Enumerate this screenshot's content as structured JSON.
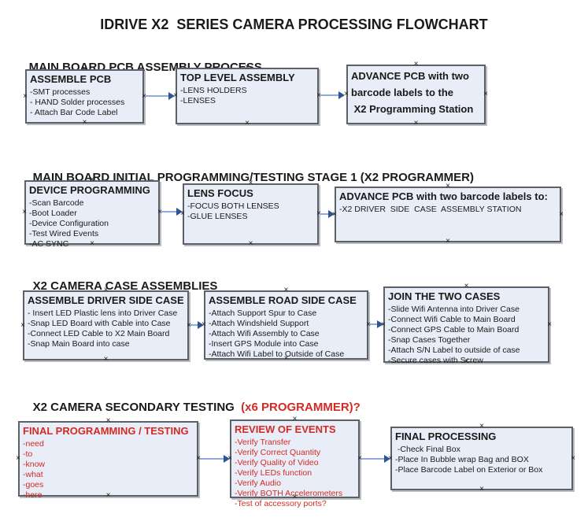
{
  "title": "IDRIVE X2  SERIES CAMERA PROCESSING FLOWCHART",
  "glyphs": {
    "handle": "×"
  },
  "colors": {
    "box_fill": "#e8edf7",
    "box_border": "#5b6167",
    "red": "#d22b25",
    "arrow_line": "#8faadc",
    "arrow_head": "#2f5496"
  },
  "sections": [
    {
      "heading": "MAIN BOARD PCB ASSEMBLY PROCESS",
      "heading_red": "",
      "boxes": [
        {
          "title": "ASSEMBLE PCB",
          "items": [
            "-SMT processes",
            "- HAND Solder processes",
            "- Attach Bar Code Label"
          ]
        },
        {
          "title": "TOP LEVEL ASSEMBLY",
          "items": [
            "-LENS HOLDERS",
            "-LENSES"
          ]
        },
        {
          "title_lines": [
            "ADVANCE PCB with two",
            "barcode labels to the",
            " X2 Programming Station"
          ],
          "items": []
        }
      ]
    },
    {
      "heading": "MAIN BOARD INITIAL PROGRAMMING/TESTING STAGE 1 (X2 PROGRAMMER)",
      "heading_red": "",
      "boxes": [
        {
          "title": "DEVICE PROGRAMMING",
          "items": [
            "-Scan Barcode",
            "-Boot Loader",
            "-Device Configuration",
            "-Test Wired Events",
            "-AC SYNC"
          ]
        },
        {
          "title": "LENS FOCUS",
          "items": [
            "-FOCUS BOTH LENSES",
            "-GLUE LENSES"
          ]
        },
        {
          "title": "ADVANCE PCB with two barcode labels to:",
          "items": [
            "-X2 DRIVER  SIDE  CASE  ASSEMBLY STATION"
          ]
        }
      ]
    },
    {
      "heading": "X2 CAMERA CASE ASSEMBLIES",
      "heading_red": "",
      "boxes": [
        {
          "title": "ASSEMBLE DRIVER SIDE CASE",
          "items": [
            "- Insert LED Plastic lens into Driver Case",
            "-Snap LED Board with Cable into Case",
            "-Connect LED Cable to X2 Main Board",
            "-Snap Main Board into case"
          ]
        },
        {
          "title": "ASSEMBLE ROAD SIDE CASE",
          "items": [
            "-Attach Support Spur to Case",
            "-Attach Windshield Support",
            "-Attach Wifi Assembly to Case",
            "-Insert GPS Module into Case",
            "-Attach Wifi Label to Outside of Case"
          ]
        },
        {
          "title": "JOIN THE TWO CASES",
          "items": [
            "-Slide Wifi Antenna into Driver Case",
            "-Connect Wifi Cable to Main Board",
            "-Connect GPS Cable to Main Board",
            "-Snap Cases Together",
            "-Attach S/N Label to outside of case",
            "-Secure cases with Screw"
          ]
        }
      ]
    },
    {
      "heading": "X2 CAMERA SECONDARY TESTING  ",
      "heading_red": "(x6 PROGRAMMER)?",
      "boxes": [
        {
          "title": "FINAL PROGRAMMING / TESTING",
          "red": true,
          "items": [
            "-need",
            "-to",
            "-know",
            "-what",
            "-goes",
            "-here"
          ]
        },
        {
          "title": "REVIEW OF EVENTS",
          "red": true,
          "items": [
            "-Verify Transfer",
            "-Verify Correct Quantity",
            "-Verify Quality of Video",
            "-Verify LEDs function",
            "-Verify Audio",
            "-Verify BOTH Accelerometers",
            "-Test of accessory ports?"
          ]
        },
        {
          "title": "FINAL PROCESSING",
          "red": false,
          "items": [
            " -Check Final Box",
            "-Place In Bubble wrap Bag and BOX",
            "-Place Barcode Label on Exterior or Box"
          ]
        }
      ]
    }
  ]
}
